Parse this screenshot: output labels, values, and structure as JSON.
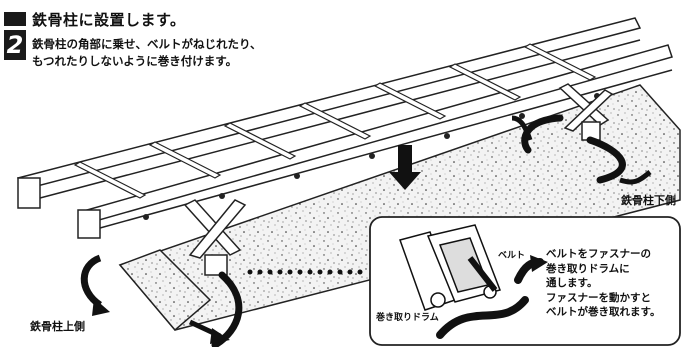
{
  "step": {
    "number": "2",
    "title": "鉄骨柱に設置します。",
    "line1": "鉄骨柱の角部に乗せ、ベルトがねじれたり、",
    "line2": "もつれたりしないように巻き付けます。"
  },
  "labels": {
    "column_lower": "鉄骨柱下側",
    "column_upper": "鉄骨柱上側",
    "belt": "ベルト",
    "drum": "巻き取りドラム"
  },
  "callout": {
    "lines": [
      "ベルトをファスナーの",
      "巻き取りドラムに",
      "通します。",
      "ファスナーを動かすと",
      "ベルトが巻き取れます。"
    ]
  }
}
